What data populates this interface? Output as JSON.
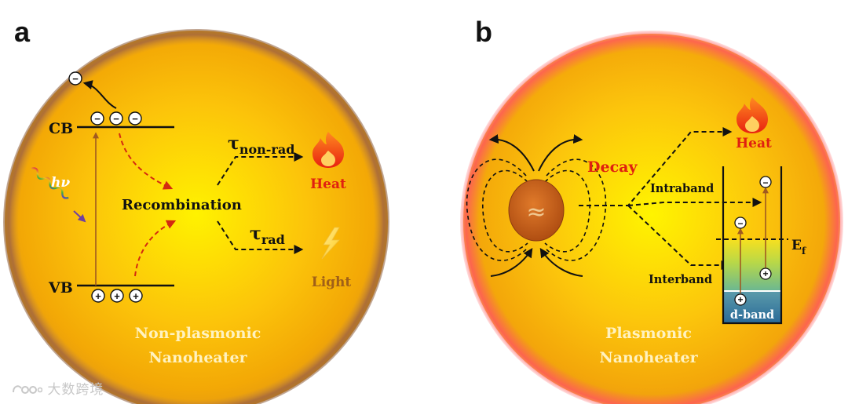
{
  "panels": {
    "a": {
      "letter": "a",
      "cb": "CB",
      "vb": "VB",
      "hv": "hν",
      "recombination": "Recombination",
      "tau_symbol": "τ",
      "tau_nonrad_sub": "non-rad",
      "tau_rad_sub": "rad",
      "heat": "Heat",
      "light": "Light",
      "caption_line1": "Non-plasmonic",
      "caption_line2": "Nanoheater",
      "minus": "−",
      "plus": "+"
    },
    "b": {
      "letter": "b",
      "decay": "Decay",
      "heat": "Heat",
      "intraband": "Intraband",
      "interband": "Interband",
      "ef_main": "E",
      "ef_sub": "f",
      "dband": "d-band",
      "caption_line1": "Plasmonic",
      "caption_line2": "Nanoheater",
      "wave": "≈",
      "minus": "−",
      "plus": "+"
    }
  },
  "watermark": {
    "text": "大数跨境"
  },
  "colors": {
    "sphere_center": "#ffe100",
    "sphere_edge": "#f0a000",
    "rim_a": "#a86a3c",
    "rim_b": "#ff5555",
    "red_label": "#e02010",
    "caption": "#fff2c0",
    "light_label": "#a06018",
    "particle": "#c0601a"
  }
}
